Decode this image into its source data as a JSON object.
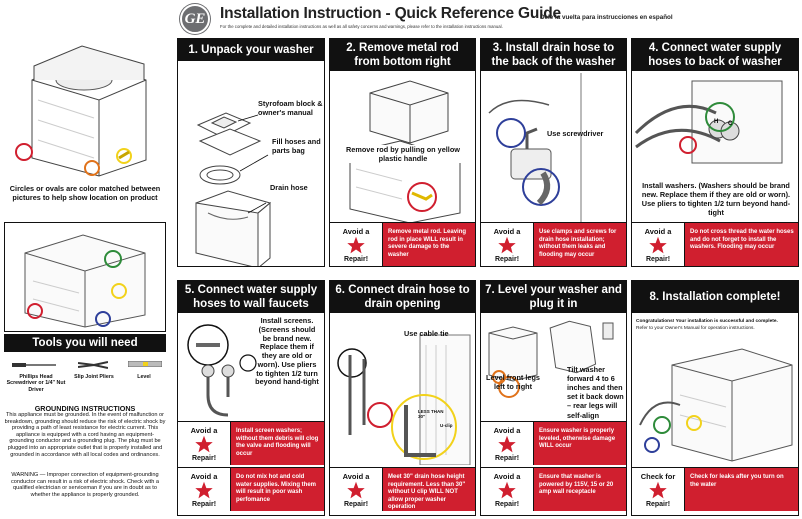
{
  "header": {
    "logo_text": "GE",
    "title": "Installation Instruction - Quick Reference Guide",
    "subtitle": "For the complete and detailed installation instructions as well as all safety concerns and warnings, please refer to the installation instructions manual.",
    "spanish_link": "Dele la vuelta para instrucciones en español"
  },
  "left": {
    "circles_note": "Circles or ovals are color matched between pictures to help show location on product",
    "tools_title": "Tools you will need",
    "tools": [
      {
        "label": "Phillips Head Screwdriver or 1/4\" Nut Driver",
        "icon": "screwdriver-icon"
      },
      {
        "label": "Slip Joint Pliers",
        "icon": "pliers-icon"
      },
      {
        "label": "Level",
        "icon": "level-icon"
      }
    ],
    "grounding_title": "GROUNDING INSTRUCTIONS",
    "grounding_text": "This appliance must be grounded. In the event of malfunction or breakdown, grounding should reduce the risk of electric shock by providing a path of least resistance for electric current. This appliance is equipped with a cord having an equipment-grounding conductor and a grounding plug. The plug must be plugged into an appropriate outlet that is properly installed and grounded in accordance with all local codes and ordinances.",
    "warning_text": "WARNING — Improper connection of equipment-grounding conductor can result in a risk of electric shock. Check with a qualified electrician or serviceman if you are in doubt as to whether the appliance is properly grounded."
  },
  "warn_labels": {
    "avoid": "Avoid a",
    "repair": "Repair!",
    "check": "Check for"
  },
  "steps": [
    {
      "title": "1. Unpack your washer",
      "labels": [
        "Styrofoam block & owner's manual",
        "Fill hoses and parts bag",
        "Drain hose"
      ],
      "warnings": []
    },
    {
      "title": "2. Remove metal rod from bottom right",
      "labels": [
        "Remove rod by pulling on yellow plastic handle"
      ],
      "warnings": [
        "Remove metal rod. Leaving rod in place WILL result in severe damage to the washer"
      ]
    },
    {
      "title": "3. Install drain hose to the back of the washer",
      "labels": [
        "Use screwdriver"
      ],
      "warnings": [
        "Use clamps and screws for drain hose installation; without them leaks and flooding may occur"
      ]
    },
    {
      "title": "4. Connect water supply hoses to back of washer",
      "labels": [
        "Install washers. (Washers should be brand new. Replace them if they are old or worn). Use pliers to tighten 1/2 turn beyond hand-tight"
      ],
      "warnings": [
        "Do not cross thread the water hoses and do not forget to install the washers. Flooding may occur"
      ]
    },
    {
      "title": "5. Connect water supply hoses to wall faucets",
      "labels": [
        "Install screens. (Screens should be brand new. Replace them if they are old or worn). Use pliers to tighten 1/2 turn beyond hand-tight"
      ],
      "warnings": [
        "Install screen washers; without them debris will clog the valve and flooding will occur",
        "Do not mix hot and cold water supplies. Mixing them will result in poor wash perfomance"
      ]
    },
    {
      "title": "6. Connect drain hose to drain opening",
      "labels": [
        "Use cable tie",
        "LESS THAN 30\"",
        "U-clip"
      ],
      "warnings": [
        "Meet 30\" drain hose height requirement. Less than 30\" without U clip WILL NOT allow proper washer operation"
      ]
    },
    {
      "title": "7. Level your washer and plug it in",
      "labels": [
        "Level front legs left to right",
        "Tilt washer forward 4 to 6 inches and then set it back down – rear legs will self-align"
      ],
      "warnings": [
        "Ensure washer is properly leveled, otherwise damage WILL occur",
        "Ensure that washer is powered by 115V, 15 or 20 amp wall receptacle"
      ]
    },
    {
      "title": "8. Installation complete!",
      "labels": [
        "Congratulations! Your installation is successful and complete.",
        "Refer to your Owner's Manual for operation instructions."
      ],
      "check": "Check for leaks after you turn on the water"
    }
  ],
  "colors": {
    "red": "#d01f2f",
    "green": "#2e8b3a",
    "yellow": "#f2d21b",
    "blue": "#2e3f9a",
    "orange": "#e0721a"
  }
}
